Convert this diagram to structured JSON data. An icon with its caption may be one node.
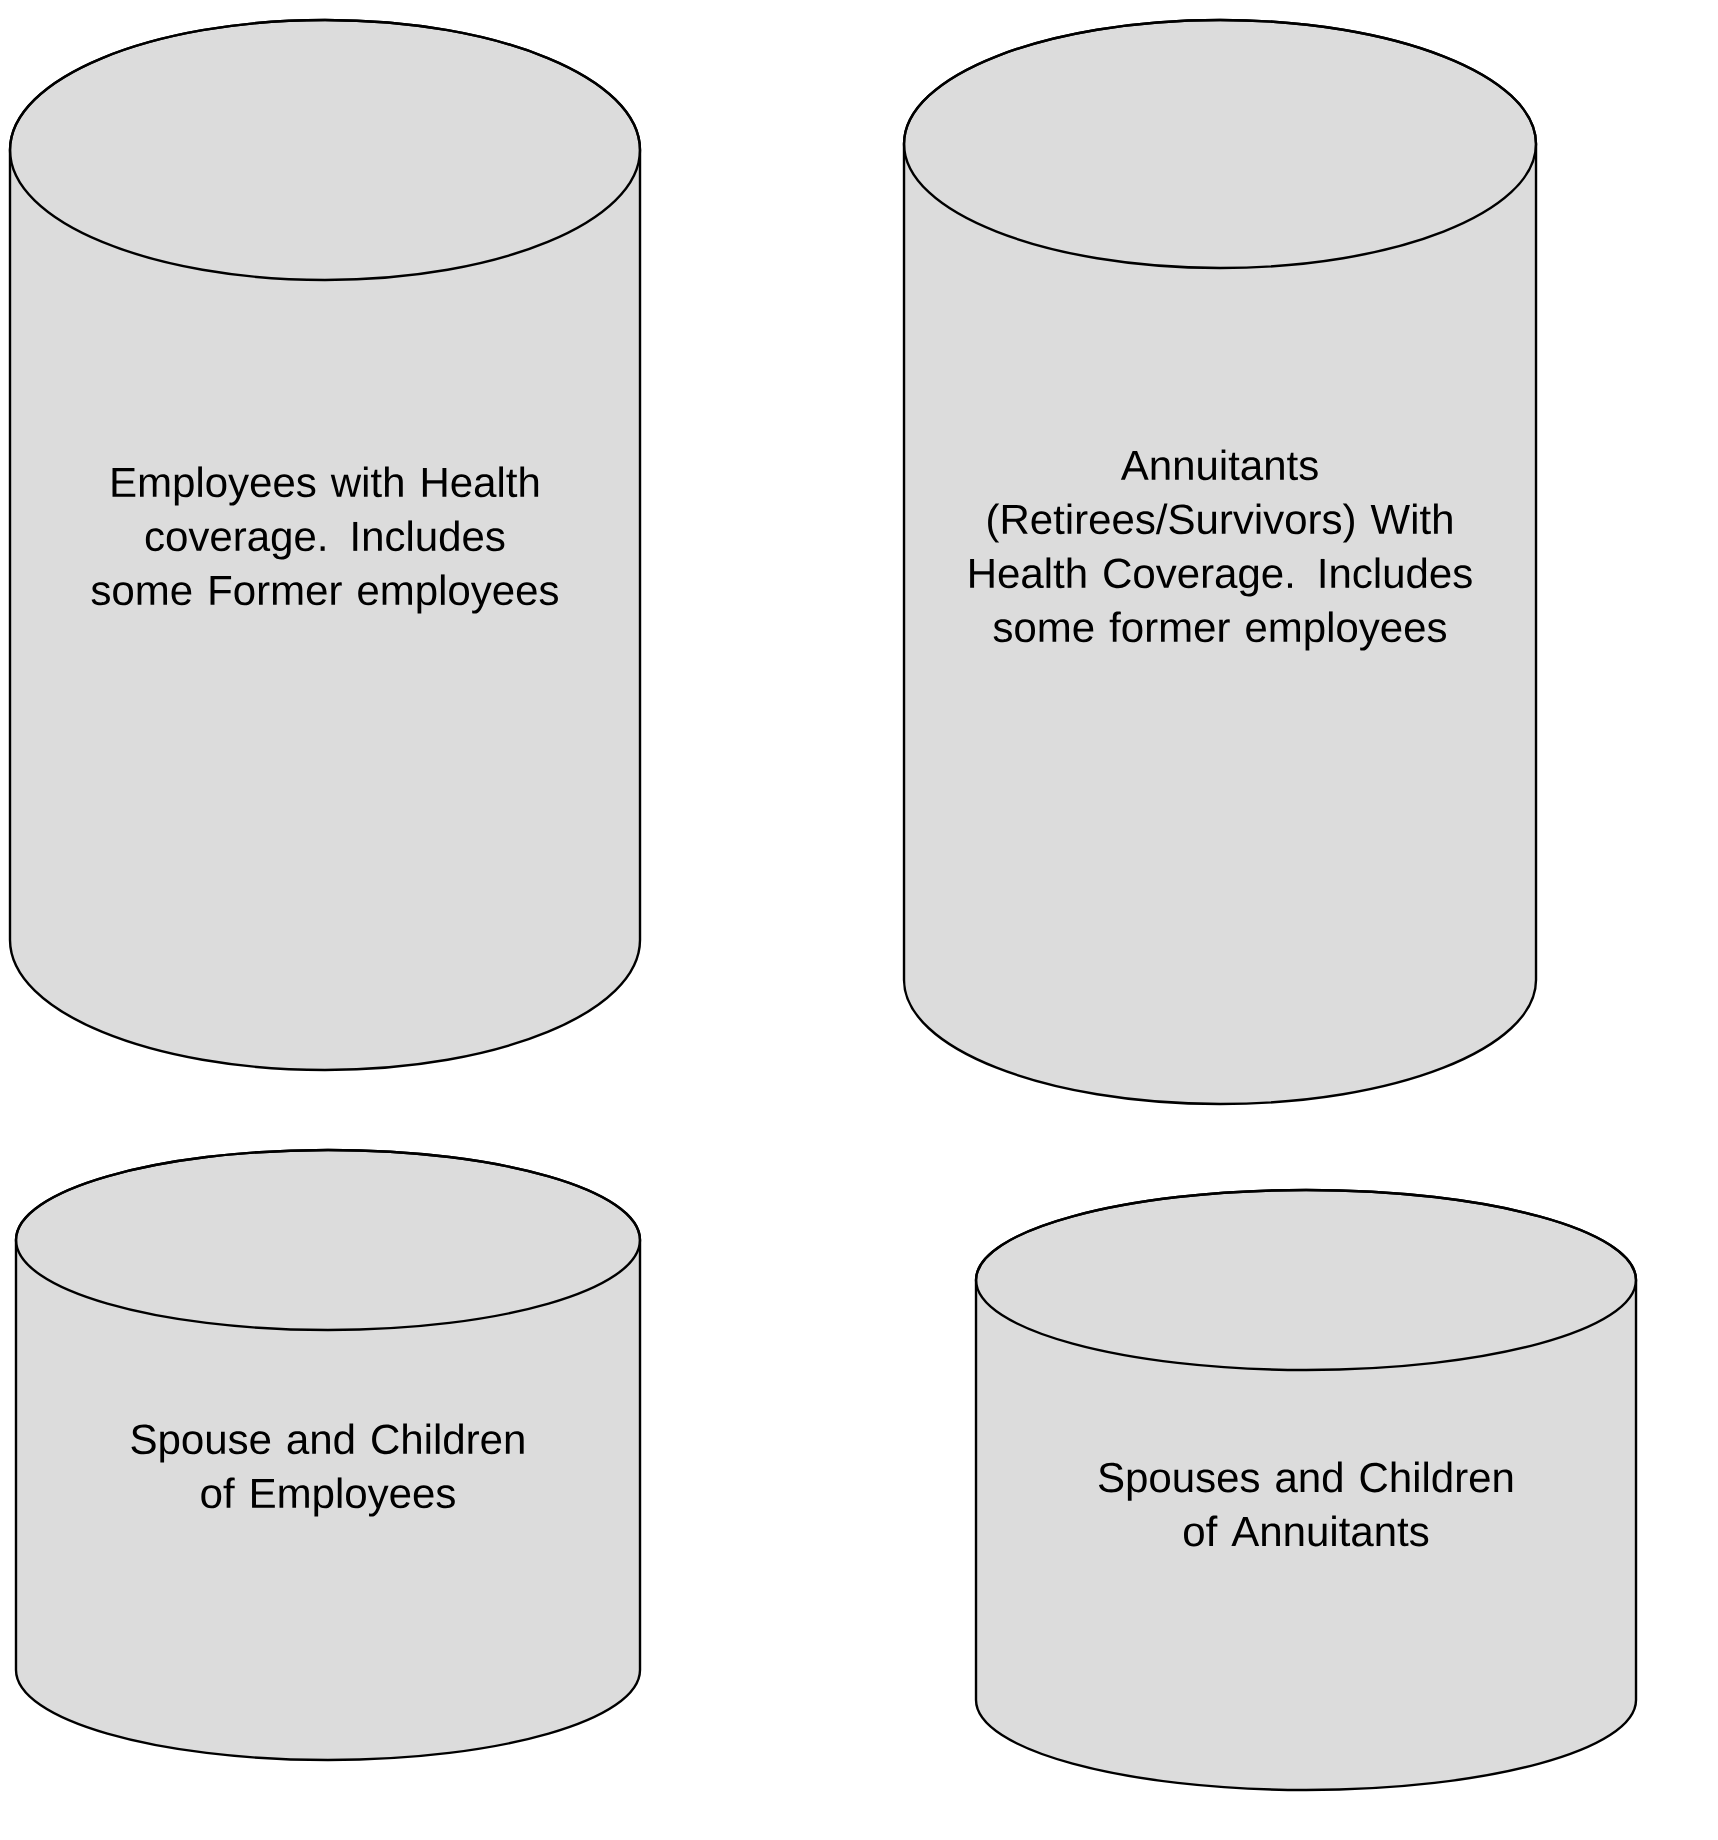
{
  "diagram": {
    "nodes": [
      {
        "text": [
          "Employees with Health coverage. Includes some Former employees"
        ]
      },
      {
        "text": [
          "Annuitants (Retirees/Survivors) With Health Coverage. Includes some former employees"
        ]
      },
      {
        "text": [
          "Spouse and Children of Employees"
        ]
      },
      {
        "text": [
          "Spouses and Children of Annuitants"
        ]
      }
    ]
  }
}
